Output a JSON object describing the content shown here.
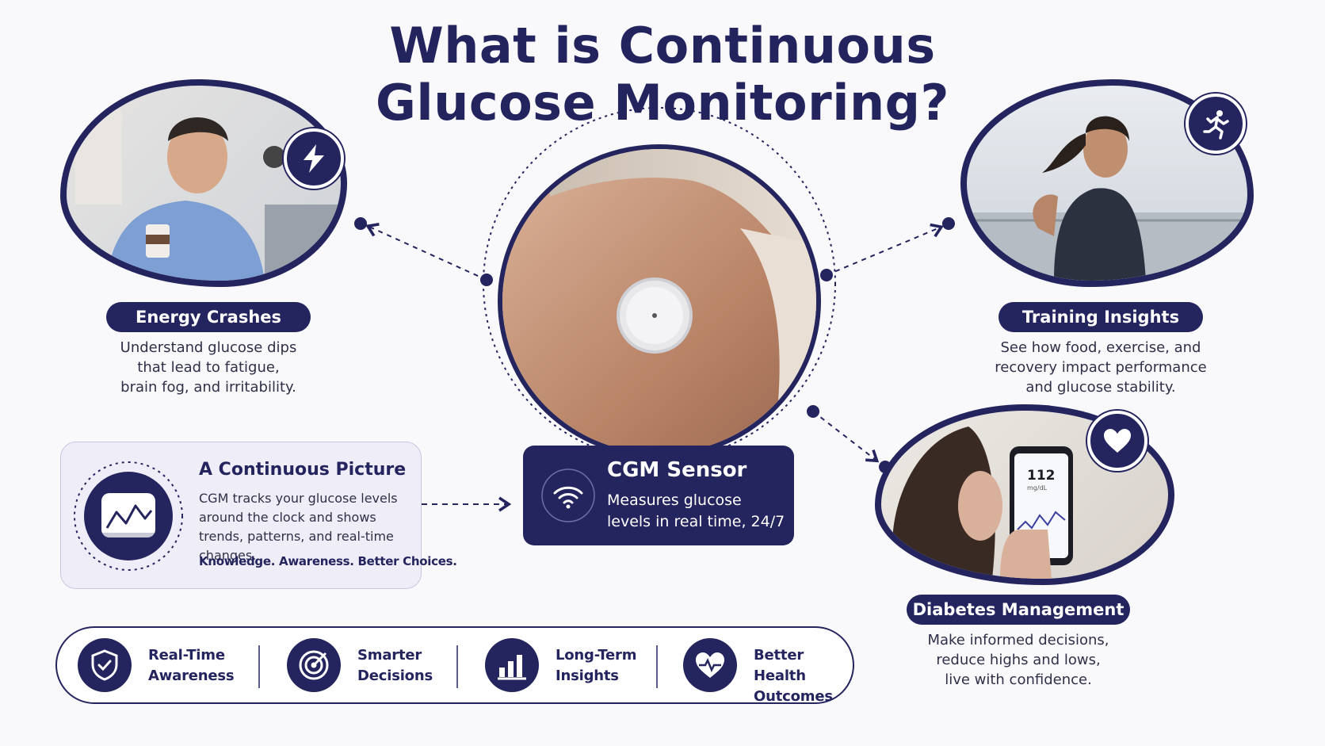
{
  "title": {
    "line1": "What is Continuous",
    "line2": "Glucose Monitoring?"
  },
  "colors": {
    "primary": "#24245e",
    "card_bg": "#efedf8",
    "page_bg": "#f9f9fb",
    "text": "#2f3048"
  },
  "features": {
    "energy": {
      "label": "Energy Crashes",
      "desc": [
        "Understand glucose dips",
        "that lead to fatigue,",
        "brain fog, and irritability."
      ],
      "icon": "lightning-icon"
    },
    "training": {
      "label": "Training Insights",
      "desc": [
        "See how food, exercise, and",
        "recovery impact performance",
        "and glucose stability."
      ],
      "icon": "running-person-icon"
    },
    "diabetes": {
      "label": "Diabetes Management",
      "desc": [
        "Make informed decisions,",
        "reduce highs and lows,",
        "live with confidence."
      ],
      "icon": "heart-icon",
      "phone_reading": "112",
      "phone_unit": "mg/dL"
    }
  },
  "picture": {
    "title": "A Continuous Picture",
    "body": "CGM tracks your glucose levels around the clock and shows trends, patterns, and real-time changes.",
    "tagline": "Knowledge. Awareness. Better Choices.",
    "icon": "trend-chart-icon"
  },
  "sensor": {
    "title": "CGM Sensor",
    "body": "Measures glucose levels in real time, 24/7",
    "icon": "wireless-signal-icon"
  },
  "benefits": [
    {
      "line1": "Real-Time",
      "line2": "Awareness",
      "icon": "shield-check-icon"
    },
    {
      "line1": "Smarter",
      "line2": "Decisions",
      "icon": "target-icon"
    },
    {
      "line1": "Long-Term",
      "line2": "Insights",
      "icon": "bar-chart-icon"
    },
    {
      "line1": "Better Health",
      "line2": "Outcomes",
      "icon": "heart-pulse-icon"
    }
  ]
}
